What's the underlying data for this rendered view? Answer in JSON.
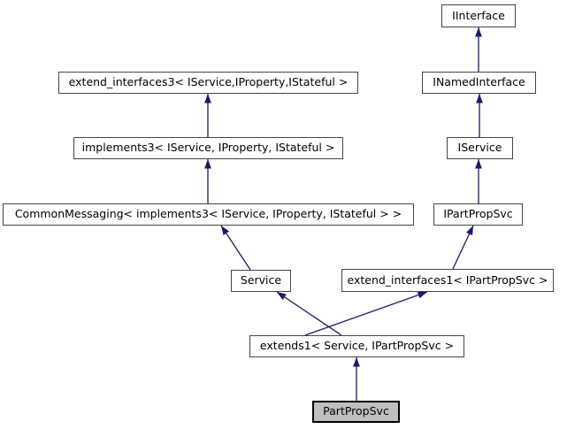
{
  "diagram": {
    "kind": "class-inheritance-graph",
    "colors": {
      "background": "#ffffff",
      "edge": "#191970",
      "node_border": "#464646",
      "node_fill": "#ffffff",
      "selected_node_fill": "#bfbfbf",
      "selected_node_border": "#000000",
      "text": "#000000"
    },
    "nodes": [
      {
        "id": "iinterface",
        "label": "IInterface",
        "selected": false
      },
      {
        "id": "inamedinterface",
        "label": "INamedInterface",
        "selected": false
      },
      {
        "id": "iservice",
        "label": "IService",
        "selected": false
      },
      {
        "id": "ipartpropsvc",
        "label": "IPartPropSvc",
        "selected": false
      },
      {
        "id": "extend-interfaces3",
        "label": "extend_interfaces3< IService,IProperty,IStateful >",
        "selected": false
      },
      {
        "id": "implements3",
        "label": "implements3< IService, IProperty, IStateful >",
        "selected": false
      },
      {
        "id": "commonmessaging",
        "label": "CommonMessaging< implements3< IService, IProperty, IStateful > >",
        "selected": false
      },
      {
        "id": "service",
        "label": "Service",
        "selected": false
      },
      {
        "id": "extend-interfaces1",
        "label": "extend_interfaces1< IPartPropSvc >",
        "selected": false
      },
      {
        "id": "extends1",
        "label": "extends1< Service, IPartPropSvc >",
        "selected": false
      },
      {
        "id": "partpropsvc",
        "label": "PartPropSvc",
        "selected": true
      }
    ],
    "edges": [
      {
        "from": "INamedInterface",
        "to": "IInterface"
      },
      {
        "from": "IService",
        "to": "INamedInterface"
      },
      {
        "from": "IPartPropSvc",
        "to": "IService"
      },
      {
        "from": "extend_interfaces1< IPartPropSvc >",
        "to": "IPartPropSvc"
      },
      {
        "from": "implements3< IService, IProperty, IStateful >",
        "to": "extend_interfaces3< IService,IProperty,IStateful >"
      },
      {
        "from": "CommonMessaging< implements3< IService, IProperty, IStateful > >",
        "to": "implements3< IService, IProperty, IStateful >"
      },
      {
        "from": "Service",
        "to": "CommonMessaging< implements3< IService, IProperty, IStateful > >"
      },
      {
        "from": "extends1< Service, IPartPropSvc >",
        "to": "Service"
      },
      {
        "from": "extends1< Service, IPartPropSvc >",
        "to": "extend_interfaces1< IPartPropSvc >"
      },
      {
        "from": "PartPropSvc",
        "to": "extends1< Service, IPartPropSvc >"
      }
    ]
  }
}
